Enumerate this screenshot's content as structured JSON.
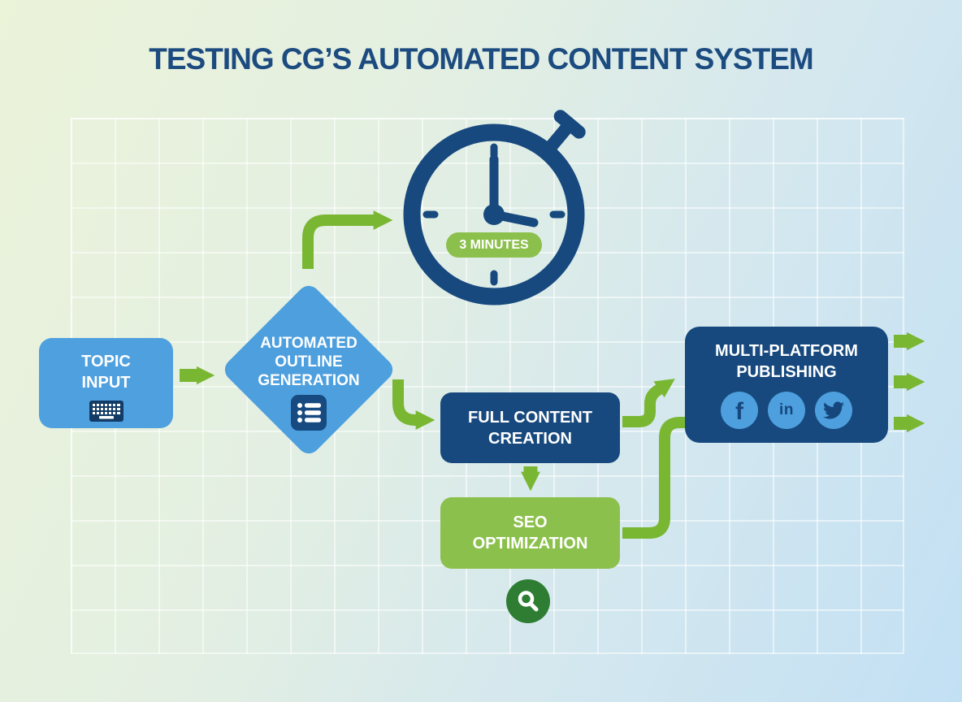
{
  "title": "TESTING CG’S AUTOMATED CONTENT SYSTEM",
  "timer": {
    "icon": "stopwatch-icon",
    "badge": "3 MINUTES"
  },
  "flow": {
    "topic_input": {
      "line1": "TOPIC",
      "line2": "INPUT",
      "icon": "keyboard-icon"
    },
    "outline": {
      "line1": "AUTOMATED",
      "line2": "OUTLINE",
      "line3": "GENERATION",
      "icon": "checklist-icon"
    },
    "full_content": {
      "line1": "FULL CONTENT",
      "line2": "CREATION"
    },
    "seo": {
      "line1": "SEO",
      "line2": "OPTIMIZATION",
      "icon": "magnifier-icon"
    },
    "publishing": {
      "line1": "MULTI-PLATFORM",
      "line2": "PUBLISHING",
      "icons": [
        "facebook-icon",
        "linkedin-icon",
        "twitter-icon"
      ],
      "facebook_letter": "f",
      "linkedin_letter": "in"
    }
  },
  "colors": {
    "navy": "#17497E",
    "title_navy": "#1C4B80",
    "blue": "#4D9FDE",
    "arrow_green": "#79B733",
    "light_green": "#8CC04C",
    "dark_green": "#2E7D33",
    "background_start": "#EBF3D9",
    "background_end": "#C2E0F4"
  }
}
